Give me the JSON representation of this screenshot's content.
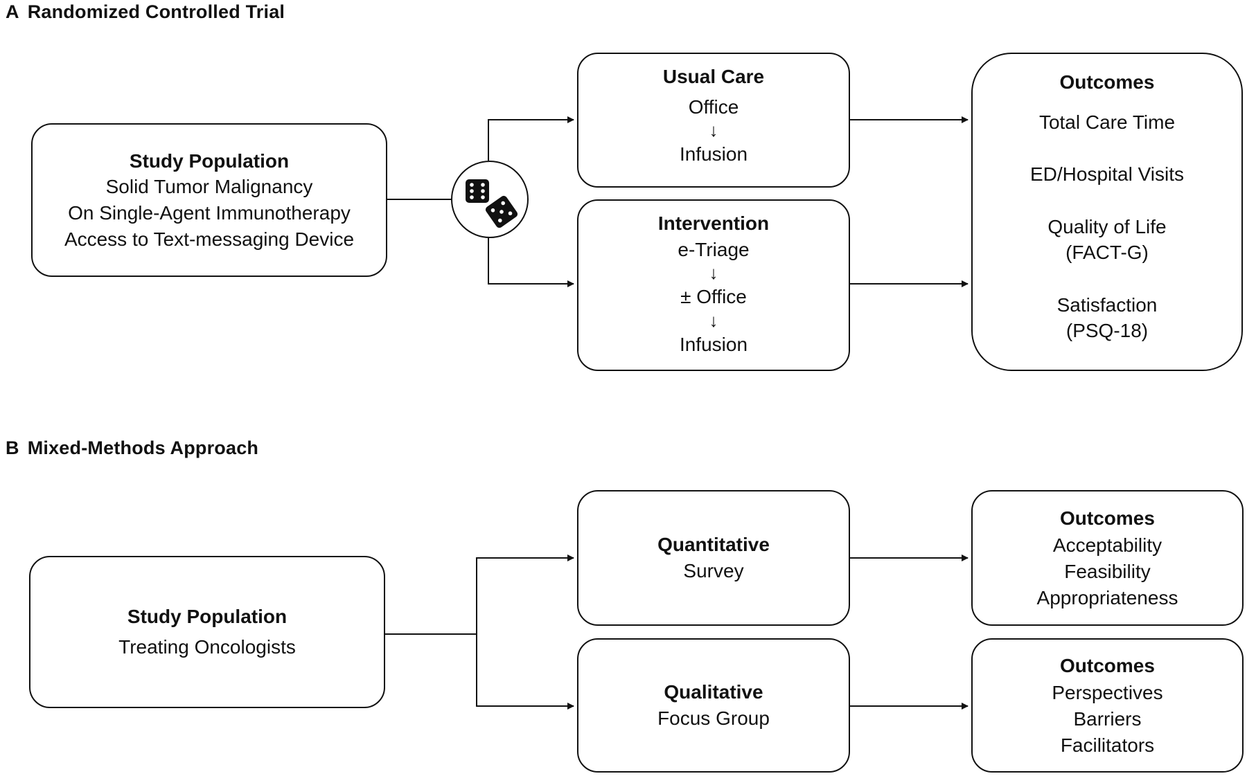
{
  "sections": {
    "a": {
      "letter": "A",
      "title": "Randomized Controlled Trial"
    },
    "b": {
      "letter": "B",
      "title": "Mixed-Methods Approach"
    }
  },
  "rct": {
    "population": {
      "title": "Study Population",
      "lines": [
        "Solid Tumor Malignancy",
        "On Single-Agent Immunotherapy",
        "Access to Text-messaging Device"
      ]
    },
    "usual_care": {
      "title": "Usual Care",
      "steps": [
        "Office",
        "Infusion"
      ]
    },
    "intervention": {
      "title": "Intervention",
      "steps": [
        "e-Triage",
        "± Office",
        "Infusion"
      ]
    },
    "outcomes": {
      "title": "Outcomes",
      "items": [
        "Total Care Time",
        "ED/Hospital Visits",
        "Quality of Life",
        "(FACT-G)",
        "Satisfaction",
        "(PSQ-18)"
      ]
    },
    "randomization_icon": "dice-icon"
  },
  "mixed": {
    "population": {
      "title": "Study Population",
      "lines": [
        "Treating Oncologists"
      ]
    },
    "quantitative": {
      "title": "Quantitative",
      "lines": [
        "Survey"
      ]
    },
    "qualitative": {
      "title": "Qualitative",
      "lines": [
        "Focus Group"
      ]
    },
    "outcomes_quant": {
      "title": "Outcomes",
      "items": [
        "Acceptability",
        "Feasibility",
        "Appropriateness"
      ]
    },
    "outcomes_qual": {
      "title": "Outcomes",
      "items": [
        "Perspectives",
        "Barriers",
        "Facilitators"
      ]
    }
  },
  "glyphs": {
    "down_arrow": "↓"
  }
}
